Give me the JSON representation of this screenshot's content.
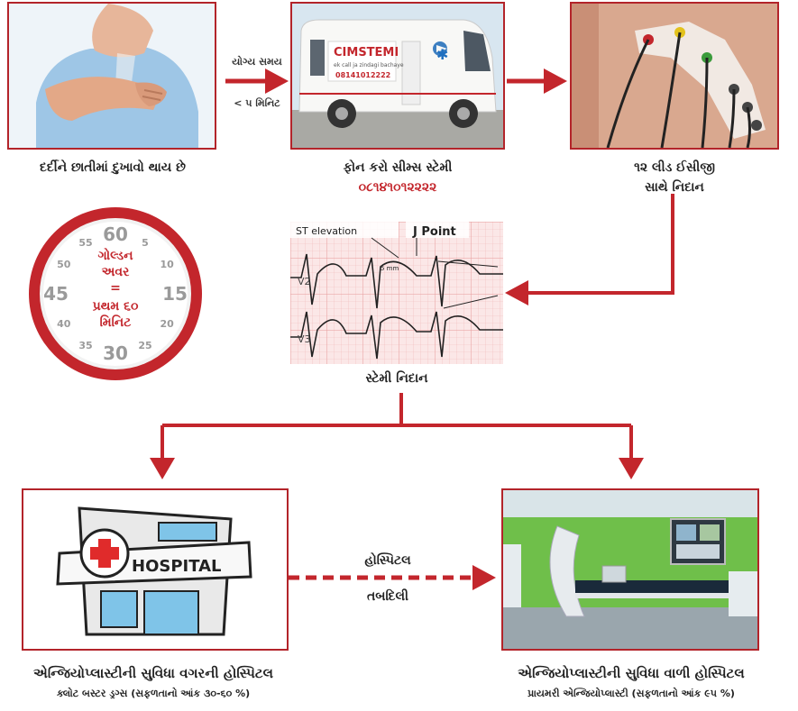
{
  "colors": {
    "accent": "#c3262c",
    "border": "#b3242a",
    "ecg_grid": "#f4c8c8",
    "clock_ring": "#c3262c"
  },
  "steps": {
    "patient": {
      "caption": "દર્દીને છાતીમાં દુખાવો થાય છે"
    },
    "timing": {
      "label_top": "યોગ્ય સમય",
      "label_bottom": "< ૫ મિનિટ"
    },
    "ambulance": {
      "caption": "ફોન કરો સીમ્સ સ્ટેમી",
      "phone": "૦૮૧૪૧૦૧૨૨૨૨",
      "logo": "CIMSTEMI",
      "tagline": "ek call ja zindagi bachaye",
      "van_phone": "08141012222"
    },
    "ecg12": {
      "caption_line1": "૧૨ લીડ ઈસીજી",
      "caption_line2": "સાથે નિદાન"
    },
    "stemi": {
      "caption": "સ્ટેમી નિદાન",
      "st_label": "ST elevation",
      "j_label": "J Point",
      "mm_label": "5 mm",
      "lead1": "V2",
      "lead2": "V3"
    },
    "clock": {
      "line1": "ગોલ્ડન",
      "line2": "અવર",
      "line3": "=",
      "line4": "પ્રથમ ૬૦",
      "line5": "મિનિટ",
      "numbers": [
        "60",
        "5",
        "10",
        "15",
        "20",
        "25",
        "30",
        "35",
        "40",
        "45",
        "50",
        "55"
      ]
    },
    "hospital_without": {
      "sign": "HOSPITAL",
      "caption": "એન્જિયોપ્લાસ્ટીની સુવિધા વગરની હોસ્પિટલ",
      "subcaption": "ક્લોટ બસ્ટર ડ્રગ્સ (સફળતાનો આંક ૩૦-૬૦ %)"
    },
    "transfer": {
      "line1": "હોસ્પિટલ",
      "line2": "તબદિલી"
    },
    "hospital_with": {
      "caption": "એન્જિયોપ્લાસ્ટીની સુવિધા વાળી હોસ્પિટલ",
      "subcaption": "પ્રાયમરી એન્જિયોપ્લાસ્ટી (સફળતાનો આંક ૯૫ %)"
    }
  }
}
